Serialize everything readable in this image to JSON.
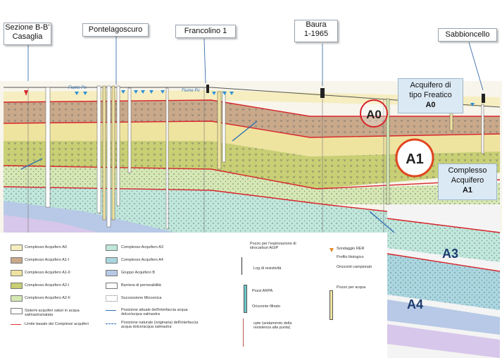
{
  "callouts": {
    "sezione_line1": "Sezione B-B’",
    "sezione_line2": "Casaglia",
    "pontelagoscuro": "Pontelagoscuro",
    "francolino": "Francolino 1",
    "baura_line1": "Baura",
    "baura_line2": "1-1965",
    "sabbioncello": "Sabbioncello"
  },
  "labels": {
    "a0": "A0",
    "a1": "A1",
    "a3": "A3",
    "a4": "A4",
    "fiume_po": "Fiume Po",
    "fiume_po2": "Fiume Po"
  },
  "info_boxes": {
    "freatico_line1": "Acquifero di",
    "freatico_line2": "tipo Freatico",
    "freatico_code": "A0",
    "complesso_line1": "Complesso",
    "complesso_line2": "Acquifero",
    "complesso_code": "A1"
  },
  "legend": {
    "col1": [
      {
        "label": "Complesso Acquifero A0",
        "color": "#f6eec0"
      },
      {
        "label": "Complesso Acquifero A1-I",
        "color": "#c9a98a"
      },
      {
        "label": "Complesso Acquifero A1-II",
        "color": "#efe3a0"
      },
      {
        "label": "Complesso Acquifero A2-I",
        "color": "#c8cf74"
      },
      {
        "label": "Complesso Acquifero A2-II",
        "color": "#d5e8b4"
      },
      {
        "label": "Sistemi acquiferi saturi in acqua salmastra/salata",
        "color": "#ffffff"
      },
      {
        "label": "Limite basale dei Complessi acquiferi",
        "color": "#d33"
      }
    ],
    "col2": [
      {
        "label": "Complesso Acquifero A3",
        "color": "#bfe7dc"
      },
      {
        "label": "Complesso Acquifero A4",
        "color": "#a9d6e0"
      },
      {
        "label": "Gruppo Acquifero B",
        "color": "#b7c9e6"
      },
      {
        "label": "Barriera di permeabilità",
        "color": "#ffffff"
      },
      {
        "label": "Successione Miocenica",
        "color": "#ffffff"
      },
      {
        "label": "Posizione attuale dell'interfaccia acqua dolce/acqua salmastra",
        "color": "#2d6fb5"
      },
      {
        "label": "Posizione naturale (originaria) dell'interfaccia acqua dolce/acqua salmastra",
        "color": "#2d6fb5"
      }
    ],
    "col3": [
      {
        "label": "Pozzo per l'esplorazione di idrocarburi AGIP"
      },
      {
        "label": "Log di resistività"
      },
      {
        "label": "Pozzi ARPA"
      },
      {
        "label": "Orizzonte filtrato"
      },
      {
        "label": "cpte (andamento della resistenza alla punta)"
      }
    ],
    "col4": [
      {
        "label": "Sondaggio RER"
      },
      {
        "label": "Profilo litologico"
      },
      {
        "label": "Orizzonti campionati"
      },
      {
        "label": "Pozzo per acqua"
      }
    ]
  },
  "colors": {
    "a0": "#f6eec0",
    "a1_i": "#c9a98a",
    "a1_ii": "#efe3a0",
    "a2_i": "#c8cf74",
    "a2_ii": "#d5e8b4",
    "a3": "#bfe7dc",
    "a4": "#a9d6e0",
    "b": "#b7c9e6",
    "base_limit": "#d8242b",
    "info_box": "#dbe9f4"
  }
}
